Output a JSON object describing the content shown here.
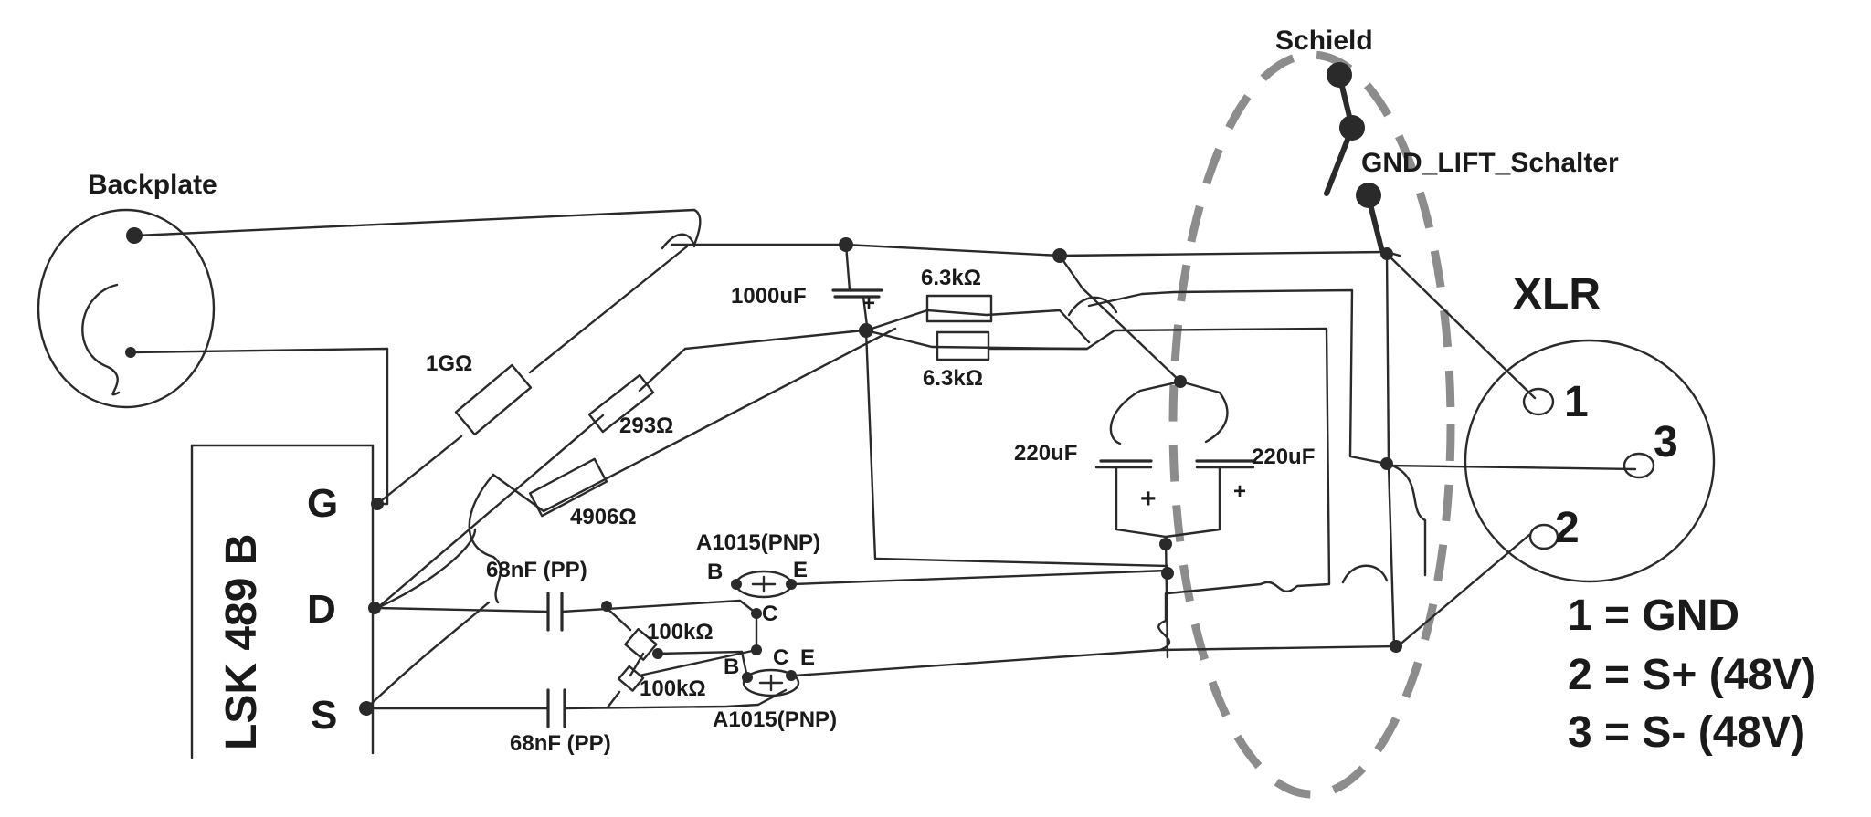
{
  "labels": {
    "backplate": "Backplate",
    "schield": "Schield",
    "gnd_lift": "GND_LIFT_Schalter",
    "xlr": "XLR",
    "fet": "LSK 489 B",
    "pin_g": "G",
    "pin_d": "D",
    "pin_s": "S",
    "r_1g": "1GΩ",
    "r_293": "293Ω",
    "r_4906": "4906Ω",
    "c_1000": "1000uF",
    "r_63_top": "6.3kΩ",
    "r_63_bottom": "6.3kΩ",
    "c_220_left": "220uF",
    "c_220_right": "220uF",
    "c_68_top": "68nF (PP)",
    "c_68_bottom": "68nF (PP)",
    "t_top": "A1015(PNP)",
    "t_bottom": "A1015(PNP)",
    "r_100k_top": "100kΩ",
    "r_100k_bottom": "100kΩ",
    "t_top_b": "B",
    "t_top_e": "E",
    "t_top_c": "C",
    "t_bot_b": "B",
    "t_bot_c": "C",
    "t_bot_e": "E",
    "plus_1000": "+",
    "plus_220_left": "+",
    "plus_220_right": "+",
    "xlr_pin1": "1",
    "xlr_pin2": "2",
    "xlr_pin3": "3",
    "legend_1": "1 = GND",
    "legend_2": "2 = S+ (48V)",
    "legend_3": "3 = S- (48V)"
  },
  "colors": {
    "ink": "#2a2a2a",
    "shield": "#8c8c8c",
    "background": "#ffffff"
  }
}
